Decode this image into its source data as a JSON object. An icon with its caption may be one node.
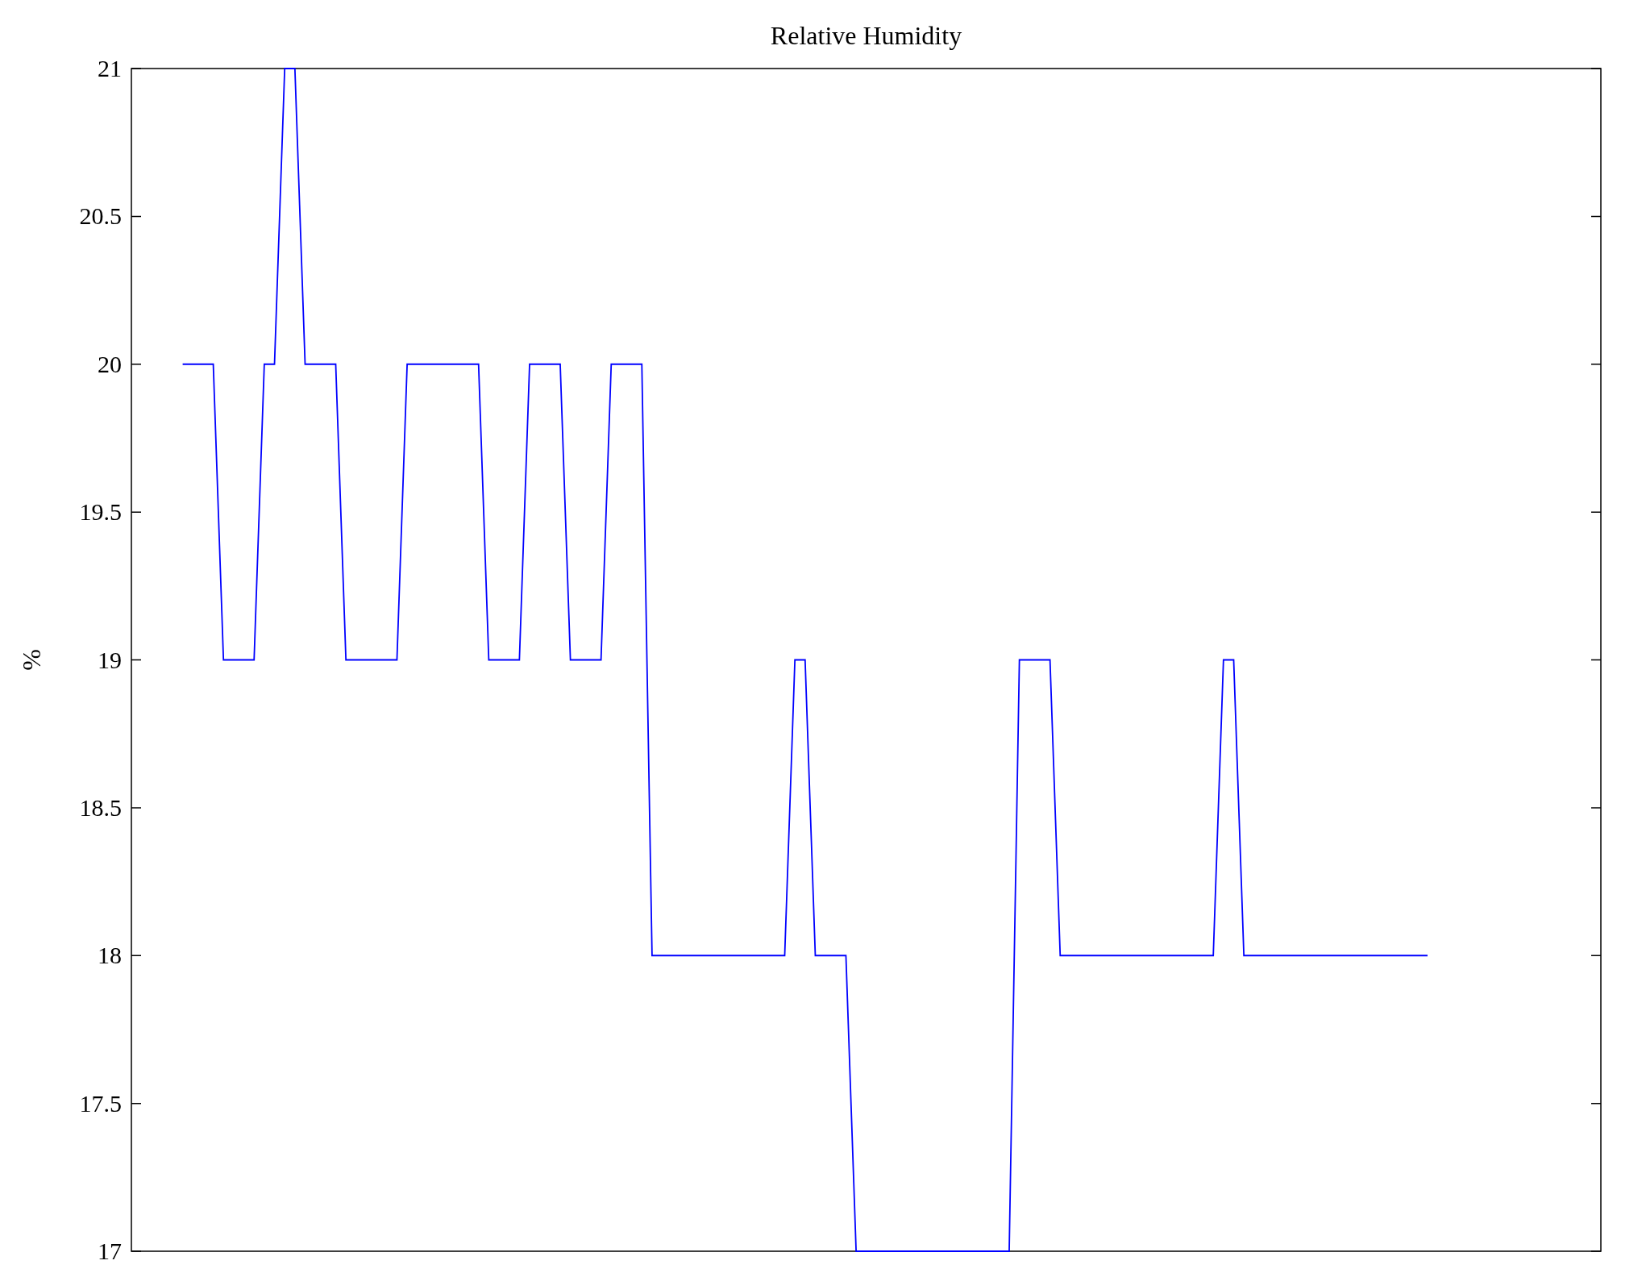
{
  "diagram": {
    "chart_data": {
      "type": "line",
      "title": "Relative Humidity",
      "ylabel": "%",
      "ylim": [
        17,
        21
      ],
      "yticks": [
        17,
        17.5,
        18,
        18.5,
        19,
        19.5,
        20,
        20.5,
        21
      ],
      "series": [
        {
          "color": "#0000ff",
          "values": [
            20,
            20,
            20,
            20,
            19,
            19,
            19,
            19,
            20,
            20,
            21,
            21,
            20,
            20,
            20,
            20,
            19,
            19,
            19,
            19,
            19,
            19,
            20,
            20,
            20,
            20,
            20,
            20,
            20,
            20,
            19,
            19,
            19,
            19,
            20,
            20,
            20,
            20,
            19,
            19,
            19,
            19,
            20,
            20,
            20,
            20,
            18,
            18,
            18,
            18,
            18,
            18,
            18,
            18,
            18,
            18,
            18,
            18,
            18,
            18,
            19,
            19,
            18,
            18,
            18,
            18,
            17,
            17,
            17,
            17,
            17,
            17,
            17,
            17,
            17,
            17,
            17,
            17,
            17,
            17,
            17,
            17,
            19,
            19,
            19,
            19,
            18,
            18,
            18,
            18,
            18,
            18,
            18,
            18,
            18,
            18,
            18,
            18,
            18,
            18,
            18,
            18,
            19,
            19,
            18,
            18,
            18,
            18,
            18,
            18,
            18,
            18,
            18,
            18,
            18,
            18,
            18,
            18,
            18,
            18,
            18,
            18,
            18
          ]
        }
      ]
    }
  }
}
